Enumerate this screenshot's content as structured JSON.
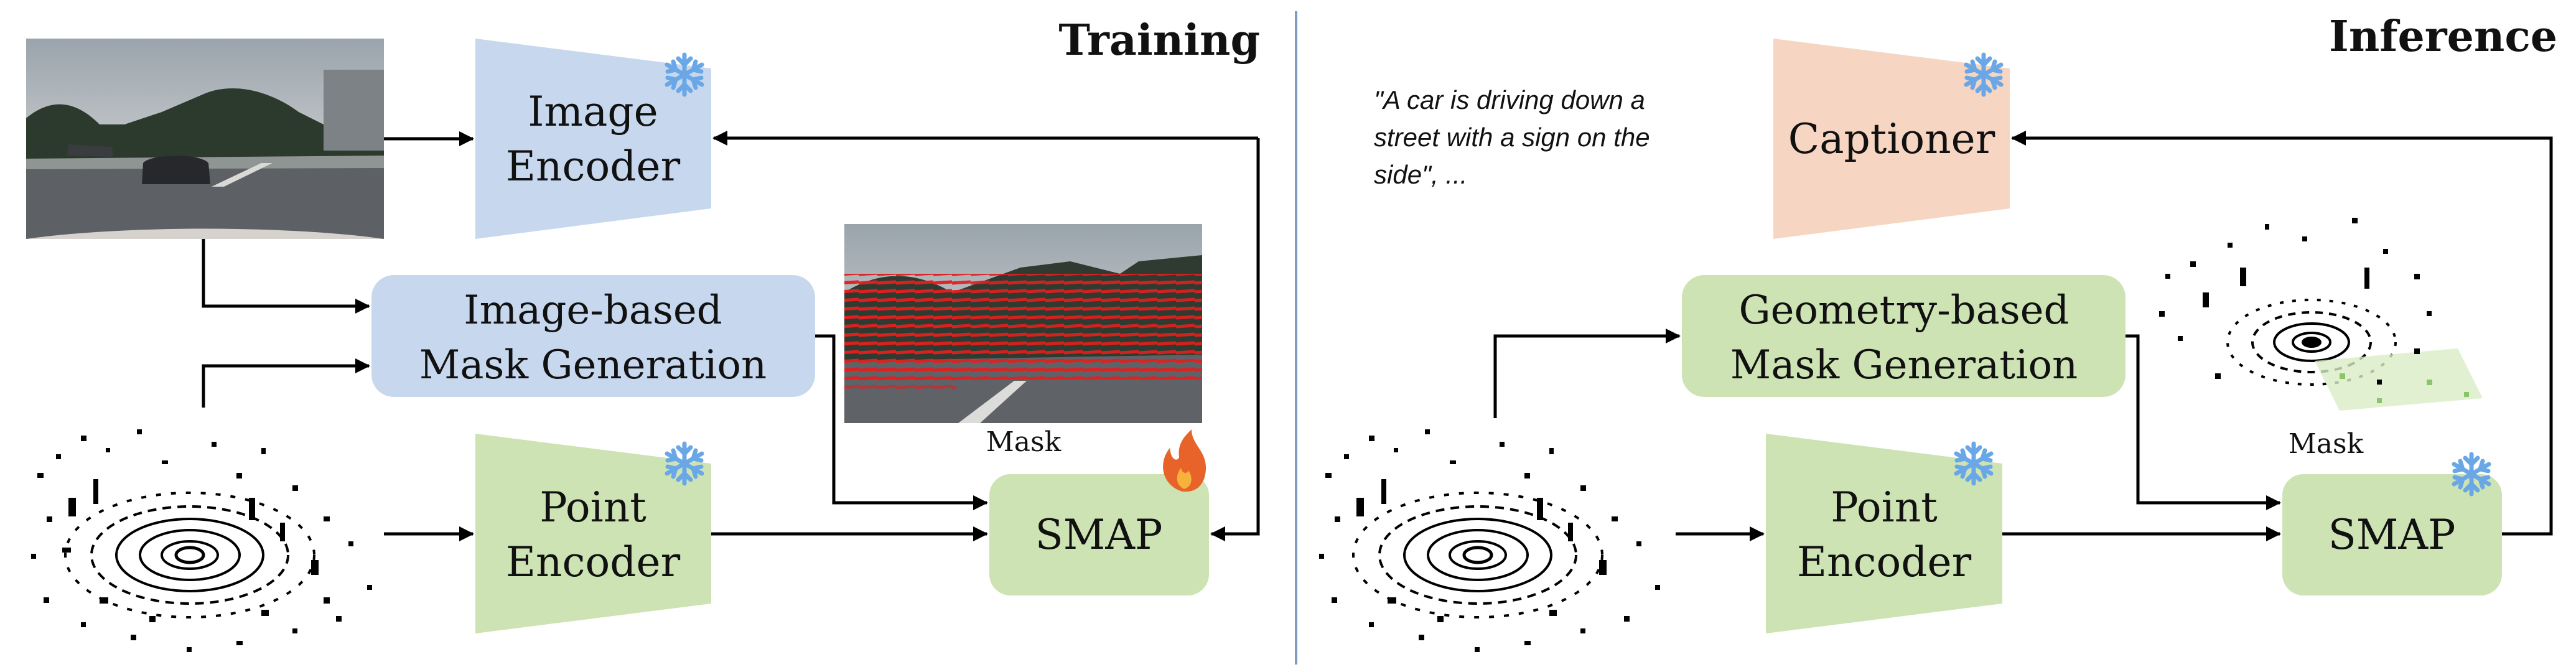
{
  "training": {
    "title": "Training",
    "image_encoder": {
      "line1": "Image",
      "line2": "Encoder"
    },
    "mask_generation": {
      "line1": "Image-based",
      "line2": "Mask Generation"
    },
    "point_encoder": {
      "line1": "Point",
      "line2": "Encoder"
    },
    "smap": "SMAP",
    "mask_label": "Mask"
  },
  "inference": {
    "title": "Inference",
    "caption": {
      "line1": "\"A car is driving down a",
      "line2": "street with a sign on the",
      "line3": "side\", ..."
    },
    "captioner": "Captioner",
    "mask_generation": {
      "line1": "Geometry-based",
      "line2": "Mask Generation"
    },
    "point_encoder": {
      "line1": "Point",
      "line2": "Encoder"
    },
    "smap": "SMAP",
    "mask_label": "Mask"
  },
  "colors": {
    "blue_fill": "#c7d8ee",
    "green_fill": "#cde3b3",
    "orange_fill": "#f6d5c2",
    "divider": "#7e9cc0",
    "frozen_icon": "#6aa7e6",
    "trainable_icon": "#e8632a"
  },
  "icons": {
    "frozen": "snowflake-icon",
    "trainable": "flame-icon"
  }
}
